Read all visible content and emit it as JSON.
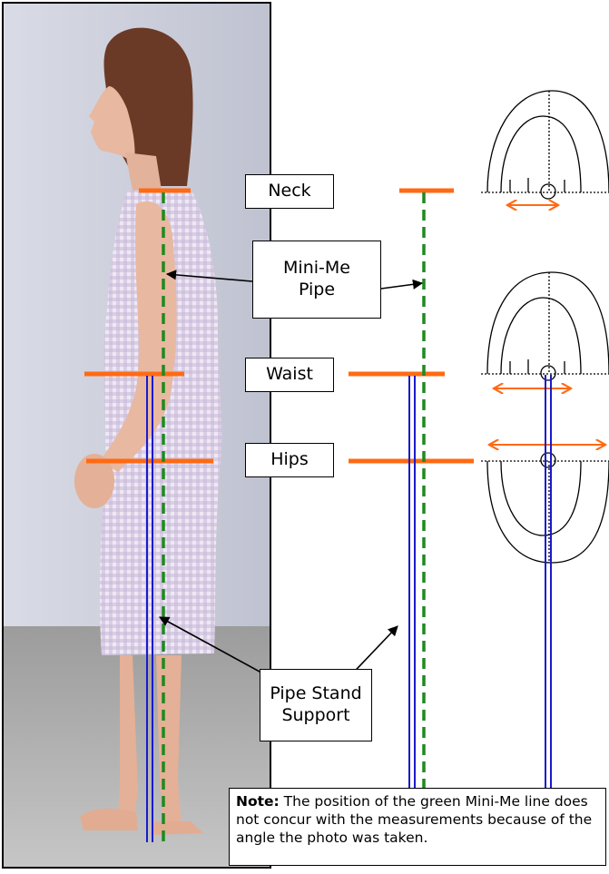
{
  "labels": {
    "neck": "Neck",
    "mini_me_pipe_line1": "Mini-Me",
    "mini_me_pipe_line2": "Pipe",
    "waist": "Waist",
    "hips": "Hips",
    "pipe_stand_line1": "Pipe Stand",
    "pipe_stand_line2": "Support"
  },
  "note": {
    "prefix": "Note:",
    "text": " The position of the green Mini-Me line does not concur with the measurements because of the angle the photo was taken."
  },
  "colors": {
    "measure_line": "#ff6a13",
    "mini_me_pipe": "#1f8a1f",
    "stand_support": "#1a1acc",
    "outline": "#000000"
  }
}
